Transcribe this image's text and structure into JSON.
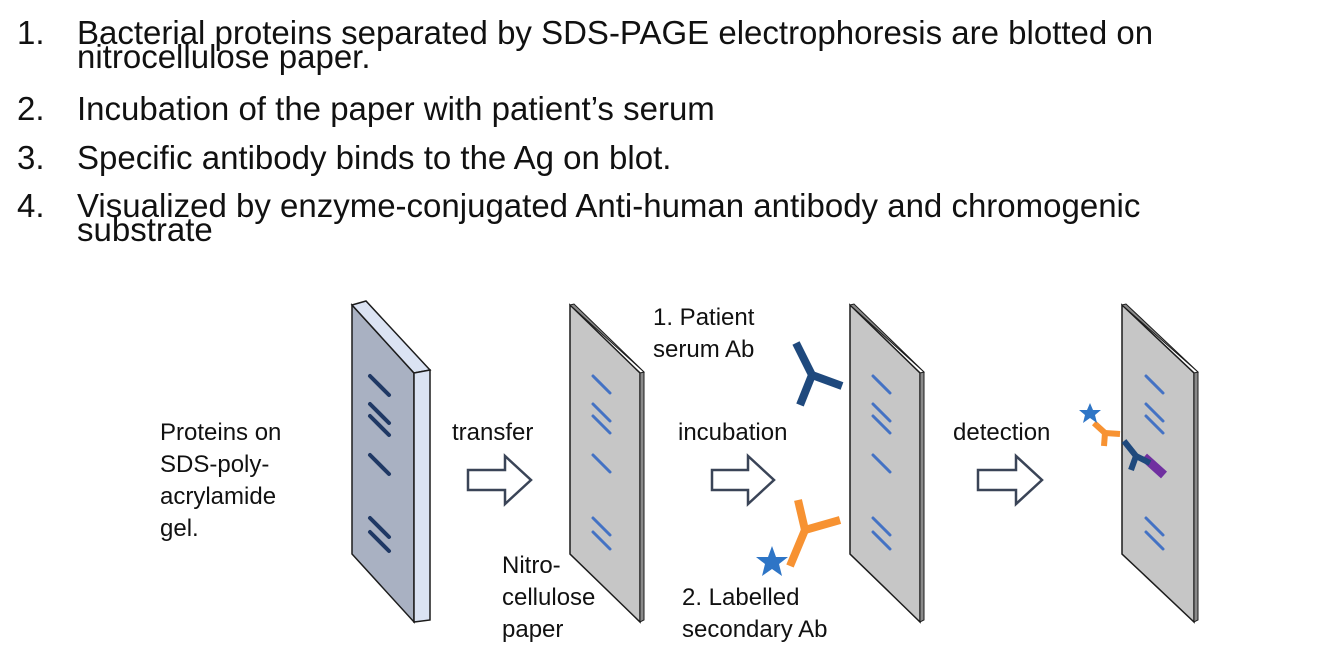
{
  "steps": [
    {
      "num": "1.",
      "lines": [
        "Bacterial proteins separated by SDS-PAGE electrophoresis are blotted on",
        "nitrocellulose paper."
      ]
    },
    {
      "num": "2.",
      "lines": [
        "Incubation of the paper with patient’s serum"
      ]
    },
    {
      "num": "3.",
      "lines": [
        "Specific antibody binds to the Ag on blot."
      ]
    },
    {
      "num": "4.",
      "lines": [
        "Visualized by enzyme-conjugated Anti-human antibody and chromogenic",
        "substrate"
      ]
    }
  ],
  "diagram": {
    "gel_label": [
      "Proteins on",
      "SDS-poly-",
      "acrylamide",
      "gel."
    ],
    "transfer": "transfer",
    "nitro_label": [
      "Nitro-",
      "cellulose",
      "paper"
    ],
    "serum_label": [
      "1. Patient",
      "serum Ab"
    ],
    "incubation": "incubation",
    "secondary_label": [
      "2. Labelled",
      "secondary Ab"
    ],
    "detection": "detection"
  },
  "colors": {
    "gel_fill": "#a9b1c2",
    "gel_edge": "#dbe3f3",
    "paper_fill": "#c6c6c6",
    "dark_band": "#1f3864",
    "light_band": "#4472c4",
    "serum_ab": "#1f497d",
    "secondary_ab": "#f79232",
    "star": "#2e75c6",
    "substrate": "#7030a0",
    "arrow": "#3a4457"
  }
}
